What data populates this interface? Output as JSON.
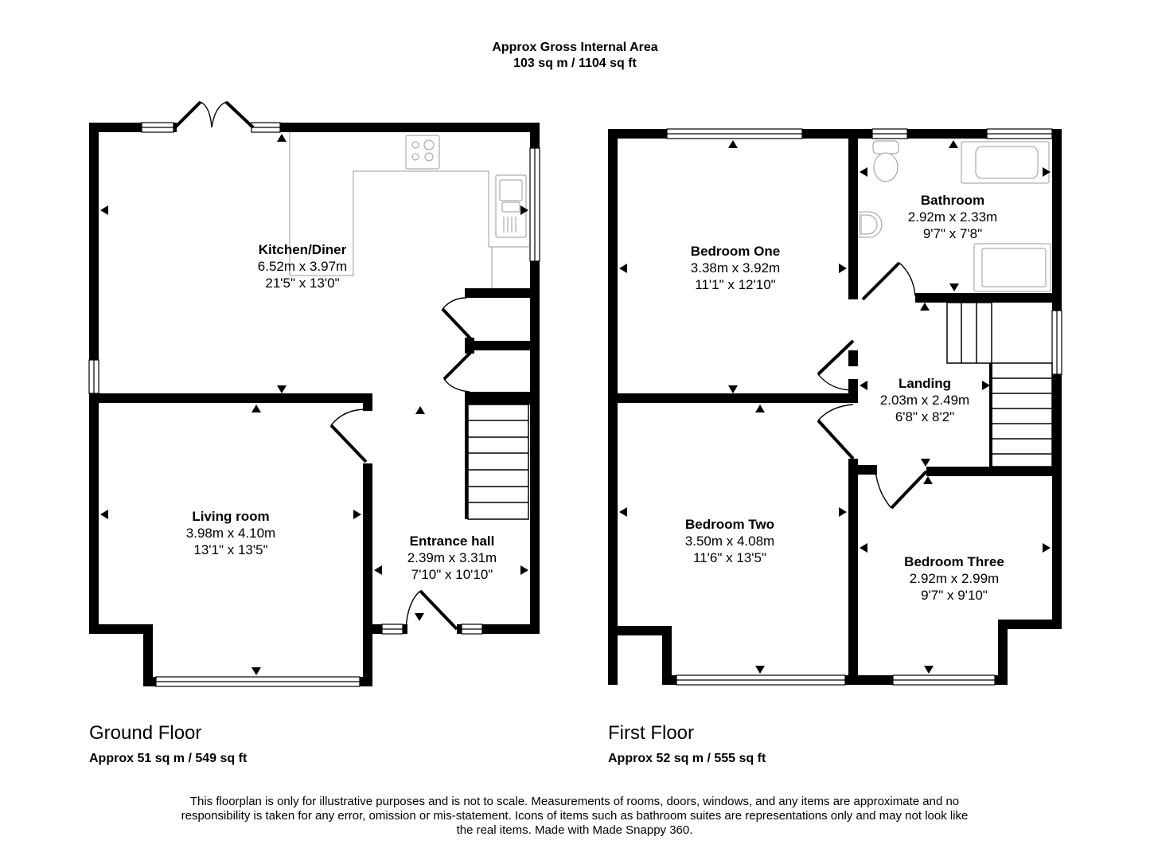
{
  "header": {
    "title": "Approx Gross Internal Area",
    "total_area": "103 sq m / 1104 sq ft"
  },
  "floors": [
    {
      "name": "Ground Floor",
      "area": "Approx 51 sq m / 549 sq ft",
      "rooms": [
        {
          "name": "Kitchen/Diner",
          "metric": "6.52m x 3.97m",
          "imperial": "21'5\" x 13'0\""
        },
        {
          "name": "Living room",
          "metric": "3.98m x 4.10m",
          "imperial": "13'1\" x 13'5\""
        },
        {
          "name": "Entrance hall",
          "metric": "2.39m x 3.31m",
          "imperial": "7'10\" x 10'10\""
        }
      ]
    },
    {
      "name": "First Floor",
      "area": "Approx 52 sq m / 555 sq ft",
      "rooms": [
        {
          "name": "Bedroom One",
          "metric": "3.38m x 3.92m",
          "imperial": "11'1\" x 12'10\""
        },
        {
          "name": "Bathroom",
          "metric": "2.92m x 2.33m",
          "imperial": "9'7\" x 7'8\""
        },
        {
          "name": "Landing",
          "metric": "2.03m x 2.49m",
          "imperial": "6'8\" x 8'2\""
        },
        {
          "name": "Bedroom Two",
          "metric": "3.50m x 4.08m",
          "imperial": "11'6\" x 13'5\""
        },
        {
          "name": "Bedroom Three",
          "metric": "2.92m x 2.99m",
          "imperial": "9'7\" x 9'10\""
        }
      ]
    }
  ],
  "disclaimer": "This floorplan is only for illustrative purposes and is not to scale. Measurements of rooms, doors, windows, and any items are approximate and no responsibility is taken for any error, omission or mis-statement. Icons of items such as bathroom suites are representations only and may not look like the real items. Made with Made Snappy 360.",
  "icons": {
    "measurement_marker": "triangle-arrow",
    "door_swing": "arc",
    "window": "double-line",
    "stairs": "striped-rect",
    "hob": "four-ring-cooktop",
    "sink": "double-bowl-sink",
    "toilet": "wc",
    "basin": "wash-basin",
    "bath": "bathtub",
    "shower": "shower-tray"
  }
}
